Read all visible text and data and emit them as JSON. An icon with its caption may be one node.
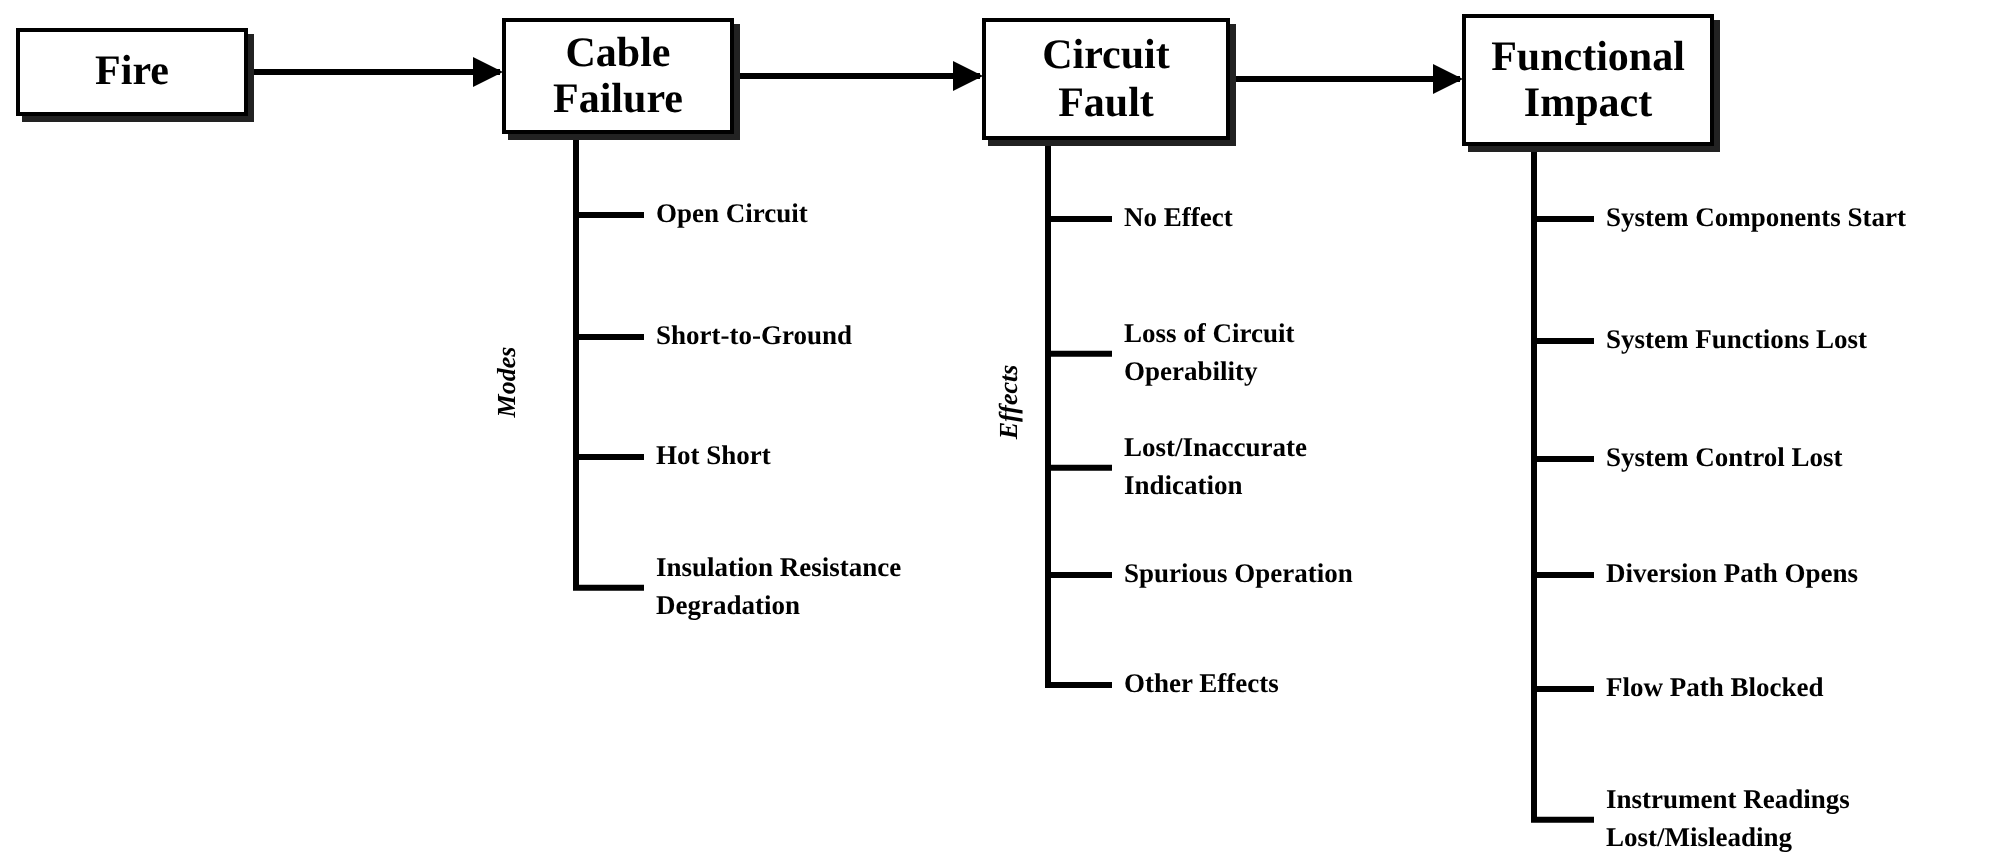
{
  "diagram": {
    "nodes": [
      {
        "text": [
          "Fire"
        ]
      },
      {
        "text": [
          "Cable Failure"
        ]
      },
      {
        "text": [
          "Open Circuit"
        ]
      },
      {
        "text": [
          "Short-to-Ground"
        ]
      },
      {
        "text": [
          "Hot Short"
        ]
      },
      {
        "text": [
          "Insulation Resistance Degradation"
        ]
      },
      {
        "text": [
          "Circuit Fault"
        ]
      },
      {
        "text": [
          "No Effect"
        ]
      },
      {
        "text": [
          "Loss of Circuit Operability"
        ]
      },
      {
        "text": [
          "Lost/Inaccurate Indication"
        ]
      },
      {
        "text": [
          "Spurious Operation"
        ]
      },
      {
        "text": [
          "Other Effects"
        ]
      },
      {
        "text": [
          "Functional Impact"
        ]
      },
      {
        "text": [
          "System Components Start"
        ]
      },
      {
        "text": [
          "System Functions Lost"
        ]
      },
      {
        "text": [
          "System Control Lost"
        ]
      },
      {
        "text": [
          "Diversion Path Opens"
        ]
      },
      {
        "text": [
          "Flow Path Blocked"
        ]
      },
      {
        "text": [
          "Instrument Readings Lost/Misleading"
        ]
      }
    ],
    "edges": [
      {
        "from": 0,
        "to": 1,
        "arrow": "to"
      },
      {
        "from": 1,
        "to": 6,
        "arrow": "to"
      },
      {
        "from": 6,
        "to": 12,
        "arrow": "to"
      },
      {
        "from": 1,
        "to": 2,
        "arrow": "none"
      },
      {
        "from": 1,
        "to": 3,
        "arrow": "none"
      },
      {
        "from": 1,
        "to": 4,
        "arrow": "none"
      },
      {
        "from": 1,
        "to": 5,
        "arrow": "none"
      },
      {
        "from": 6,
        "to": 7,
        "arrow": "none"
      },
      {
        "from": 6,
        "to": 8,
        "arrow": "none"
      },
      {
        "from": 6,
        "to": 9,
        "arrow": "none"
      },
      {
        "from": 6,
        "to": 10,
        "arrow": "none"
      },
      {
        "from": 6,
        "to": 11,
        "arrow": "none"
      },
      {
        "from": 12,
        "to": 13,
        "arrow": "none"
      },
      {
        "from": 12,
        "to": 14,
        "arrow": "none"
      },
      {
        "from": 12,
        "to": 15,
        "arrow": "none"
      },
      {
        "from": 12,
        "to": 16,
        "arrow": "none"
      },
      {
        "from": 12,
        "to": 17,
        "arrow": "none"
      },
      {
        "from": 12,
        "to": 18,
        "arrow": "none"
      }
    ],
    "labels": [
      "Modes",
      "Effects"
    ]
  }
}
